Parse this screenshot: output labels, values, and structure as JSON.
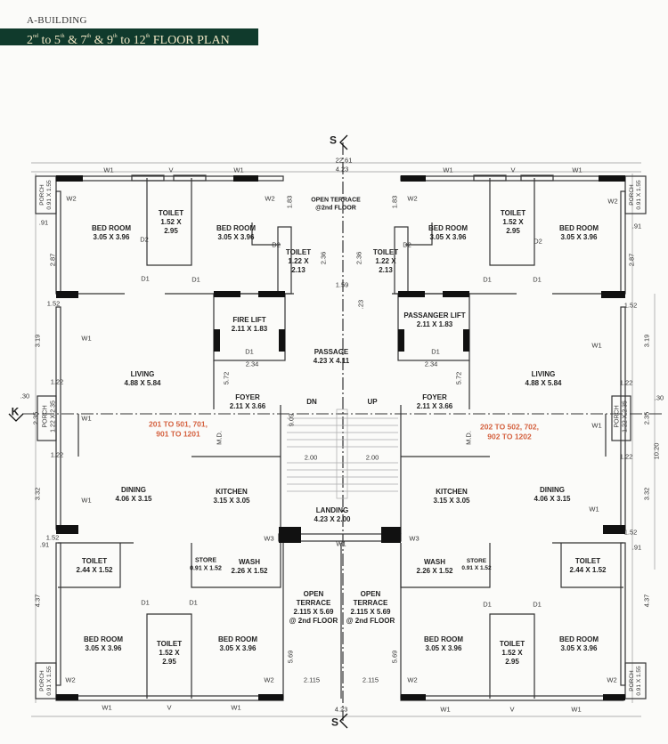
{
  "header": {
    "building": "A-BUILDING",
    "t1": "2",
    "s1": "nd",
    "t2": " to 5",
    "s2": "th",
    "t3": " & 7",
    "s3": "th",
    "t4": " & 9",
    "s4": "th",
    "t5": " to 12",
    "s5": "th",
    "t6": " FLOOR PLAN"
  },
  "markers": {
    "section": "S",
    "section_k": "K",
    "overall_width": "22.61",
    "core_width": "4.23",
    "overall_depth": "10.20"
  },
  "rooms": {
    "bed": "BED ROOM",
    "bed_size": "3.05 X 3.96",
    "toilet": "TOILET",
    "toilet_a": "1.52 X",
    "toilet_a2": "2.95",
    "toilet_b": "1.22 X",
    "toilet_b2": "2.13",
    "toilet_c": "2.44 X 1.52",
    "open_terrace_top": "OPEN TERRACE @2nd FLOOR",
    "fire_lift": "FIRE LIFT",
    "lift_size": "2.11 X 1.83",
    "passenger_lift": "PASSANGER LIFT",
    "passage": "PASSAGE",
    "passage_size": "4.23 X 4.11",
    "living": "LIVING",
    "living_size": "4.88 X 5.84",
    "foyer": "FOYER",
    "foyer_size": "2.11 X 3.66",
    "dn": "DN",
    "up": "UP",
    "dining": "DINING",
    "dining_size": "4.06 X 3.15",
    "kitchen": "KITCHEN",
    "kitchen_size": "3.15 X 3.05",
    "landing": "LANDING",
    "landing_size": "4.23 X 2.00",
    "store": "STORE",
    "store_size": "0.91 X 1.52",
    "wash": "WASH",
    "wash_size": "2.26 X 1.52",
    "open_terrace": "OPEN TERRACE",
    "open_terrace_size": "2.115 X 5.69",
    "at_floor": "@ 2nd FLOOR",
    "porch": "PORCH",
    "porch_small": "0.91 X 1.55",
    "porch_mid": "1.22 X 2.35"
  },
  "units": {
    "left": "201 TO 501, 701, 901 TO 1201",
    "right": "202 TO 502, 702, 902 TO 1202"
  },
  "codes": {
    "w1": "W1",
    "w2": "W2",
    "w3": "W3",
    "v": "V",
    "d1": "D1",
    "d2": "D2",
    "md": "M.D."
  },
  "dims": {
    "d287": "2.87",
    "d319": "3.19",
    "d235": "2.35",
    "d332": "3.32",
    "d437": "4.37",
    "d152": "1.52",
    "d122": "1.22",
    "d091": ".91",
    "d030": ".30",
    "d183": "1.83",
    "d236": "2.36",
    "d159": "1.59",
    "d023": ".23",
    "d234": "2.34",
    "d572": "5.72",
    "d909": "9.09",
    "d200": "2.00",
    "d569": "5.69",
    "d2115": "2.115"
  }
}
